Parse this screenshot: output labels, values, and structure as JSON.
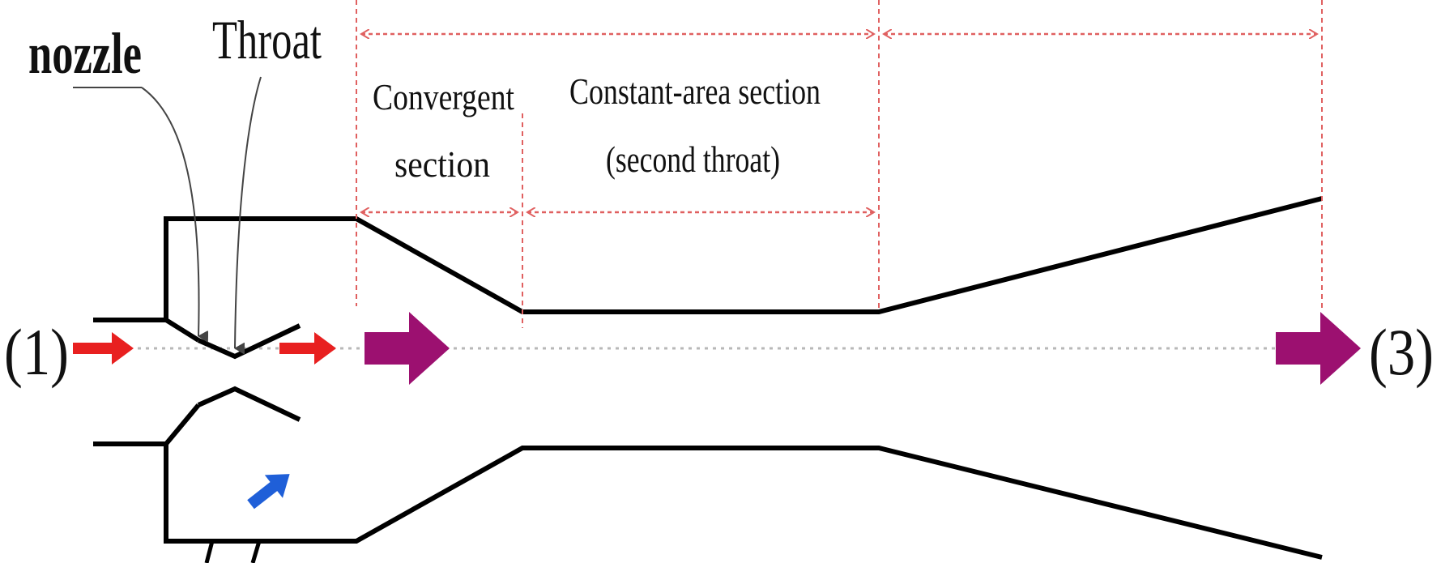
{
  "labels": {
    "nozzle": "nozzle",
    "throat": "Throat",
    "convergent_line1": "Convergent",
    "convergent_line2": "section",
    "constant_line1": "Constant-area section",
    "constant_line2": "(second throat)",
    "inlet": "(1)",
    "outlet": "(3)"
  },
  "colors": {
    "wall": "#000000",
    "dimension": "#e06060",
    "primary_flow": "#e82020",
    "secondary_flow": "#1f5fd8",
    "mixed_flow": "#9c1070",
    "centerline": "#b8b8b8"
  }
}
